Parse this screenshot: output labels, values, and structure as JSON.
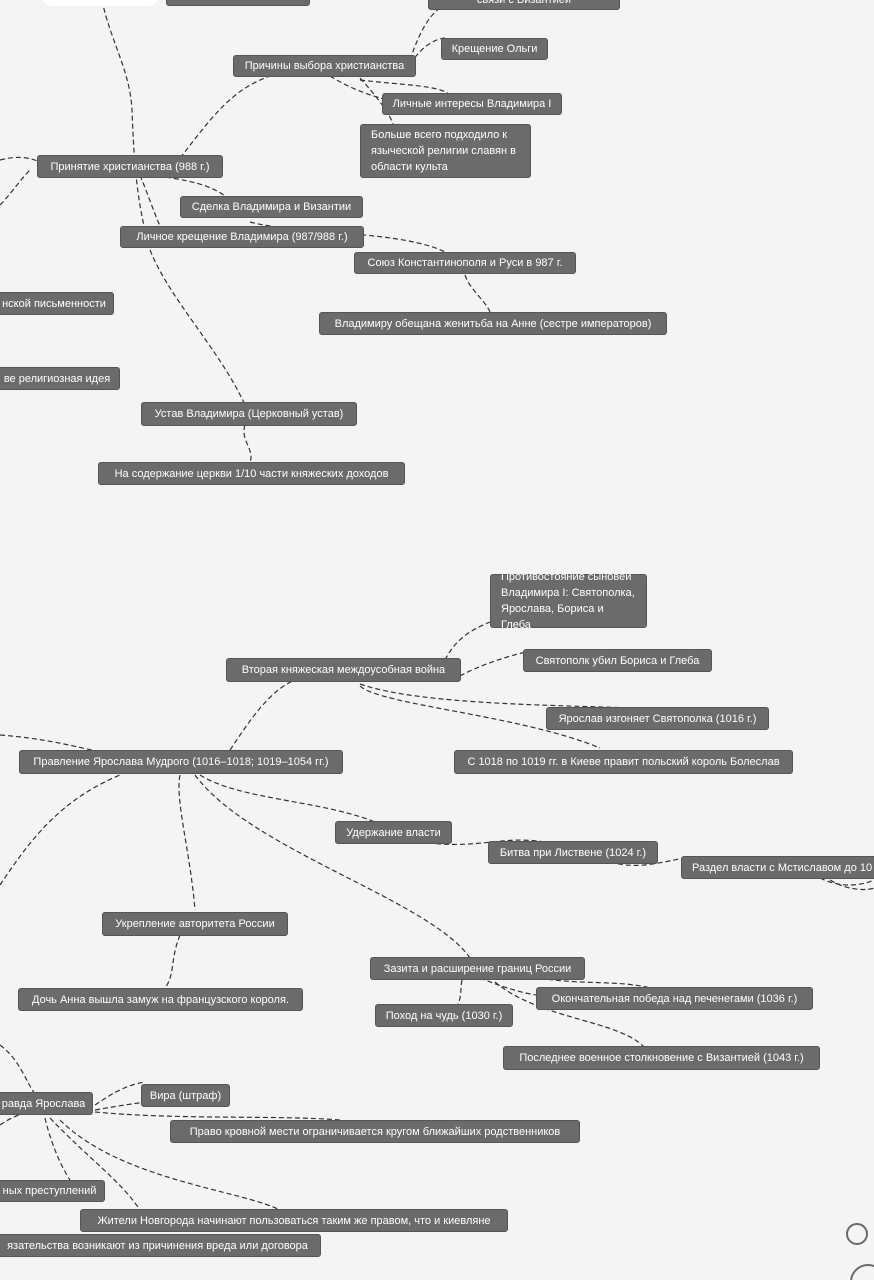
{
  "nodes": {
    "byzantium_ties": "связи с Византией",
    "olga_baptism": "Крещение Ольги",
    "reasons_choice": "Причины выбора христианства",
    "personal_interests": "Личные интересы Владимира I",
    "best_fit": "Больше всего подходило к языческой религии славян в области культа",
    "adoption": "Принятие христианства (988 г.)",
    "deal": "Сделка Владимира и Византии",
    "personal_baptism": "Личное крещение Владимира (987/988 г.)",
    "union": "Союз Константинополя и Руси в 987 г.",
    "promise_anna": "Владимиру обещана женитьба на Анне (сестре императоров)",
    "writing": "нской письменности",
    "religious_idea": "ве религиозная идея",
    "statute": "Устав Владимира (Церковный устав)",
    "tithe": "На содержание церкви 1/10 части княжеских доходов",
    "confrontation": "Противостояние сыновей Владимира I: Святополка, Ярослава, Бориса и Глеба",
    "second_war": "Вторая княжеская междоусобная война",
    "svyatopolk_killed": "Святополк убил Бориса и Глеба",
    "yaroslav_expels": "Ярослав изгоняет Святополка (1016 г.)",
    "boleslav": "С 1018 по 1019 гг. в Киеве правит польский король Болеслав",
    "yaroslav_reign": "Правление Ярослава Мудрого (1016–1018; 1019–1054 гг.)",
    "holding_power": "Удержание власти",
    "listven": "Битва при Лиственe (1024 г.)",
    "division": "Раздел власти с Мстиславом до 10",
    "authority": "Укрепление авторитета России",
    "anna_marriage": "Дочь Анна вышла замуж на французского короля.",
    "defense": "Зазита и расширение границ России",
    "pechenegs": "Окончательная победа над печенегами (1036 г.)",
    "chud": "Поход на чудь (1030 г.)",
    "last_byzantine": "Последнее военное столкновение с Византией (1043 г.)",
    "pravda": "равда Ярослава",
    "vira": "Вира (штраф)",
    "blood_feud": "Право кровной мести ограничивается кругом ближайших родственников",
    "crimes": "ных преступлений",
    "novgorod": "Жители Новгорода начинают пользоваться таким же правом, что и киевляне",
    "obligations": "язательства возникают из причинения вреда или договора"
  },
  "colors": {
    "background": "#f4f4f4",
    "node_fill": "#6b6b6b",
    "node_text": "#ffffff",
    "edge": "#333333"
  }
}
